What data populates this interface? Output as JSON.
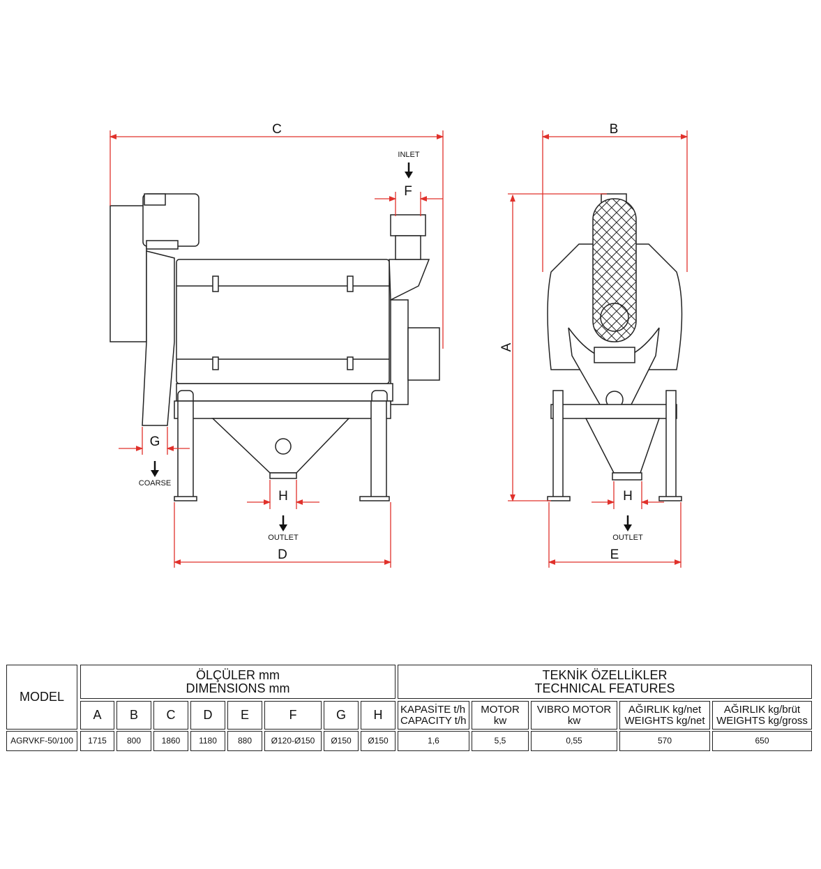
{
  "drawing": {
    "dims": {
      "A": "A",
      "B": "B",
      "C": "C",
      "D": "D",
      "E": "E",
      "F": "F",
      "G": "G",
      "H": "H"
    },
    "inlet": "INLET",
    "coarse": "COARSE",
    "outlet": "OUTLET",
    "dim_color": "#e0312b"
  },
  "table": {
    "model_header": "MODEL",
    "dimensions_header": [
      "ÖLÇÜLER mm",
      "DIMENSIONS mm"
    ],
    "technical_header": [
      "TEKNİK ÖZELLİKLER",
      "TECHNICAL FEATURES"
    ],
    "dim_columns": [
      "A",
      "B",
      "C",
      "D",
      "E",
      "F",
      "G",
      "H"
    ],
    "tech_columns": [
      [
        "KAPASİTE t/h",
        "CAPACITY t/h"
      ],
      [
        "MOTOR",
        "kw"
      ],
      [
        "VIBRO MOTOR",
        "kw"
      ],
      [
        "AĞIRLIK kg/net",
        "WEIGHTS kg/net"
      ],
      [
        "AĞIRLIK kg/brüt",
        "WEIGHTS kg/gross"
      ]
    ],
    "row": {
      "model": "AGRVKF-50/100",
      "dims": [
        "1715",
        "800",
        "1860",
        "1180",
        "880",
        "Ø120-Ø150",
        "Ø150",
        "Ø150"
      ],
      "tech": [
        "1,6",
        "5,5",
        "0,55",
        "570",
        "650"
      ]
    }
  }
}
